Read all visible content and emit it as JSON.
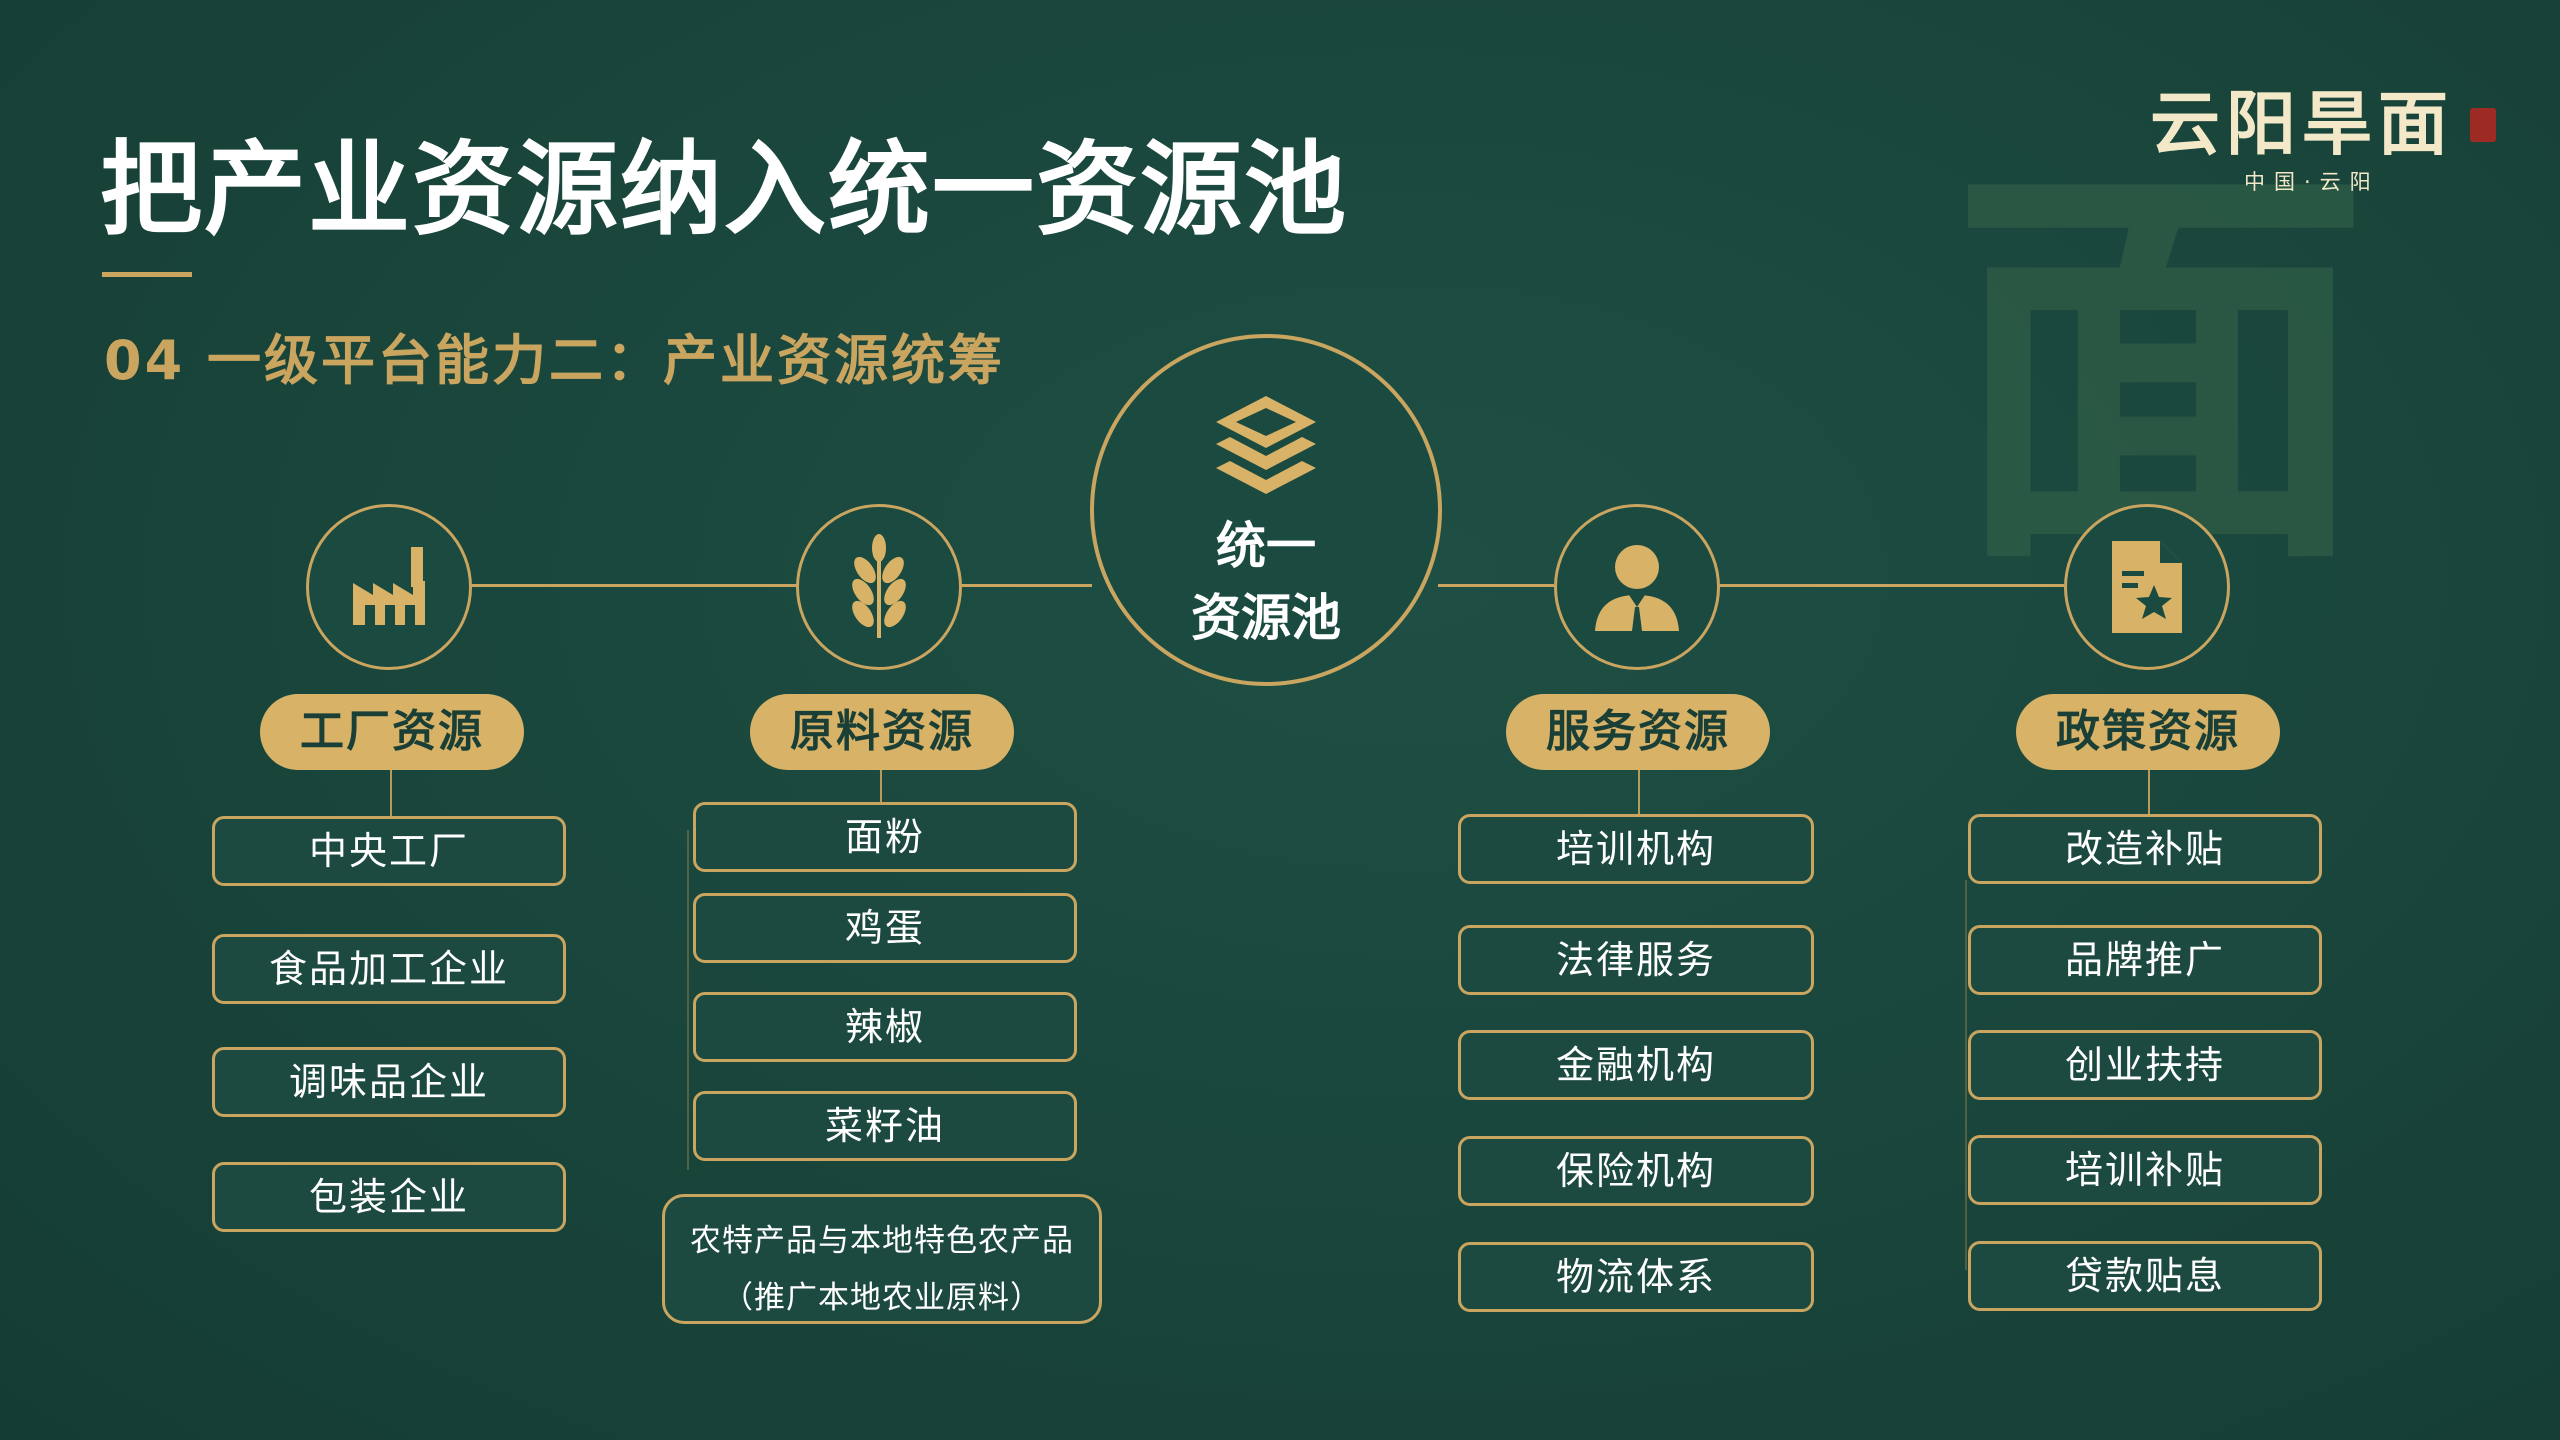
{
  "page": {
    "title": "把产业资源纳入统一资源池",
    "subtitle": "04 一级平台能力二：产业资源统筹"
  },
  "brand": {
    "name": "云阳旱面",
    "tagline": "中国·云阳",
    "watermark_glyph": "面"
  },
  "center": {
    "line1": "统一",
    "line2": "资源池",
    "icon": "layers-icon"
  },
  "categories": [
    {
      "label": "工厂资源",
      "icon": "factory-icon",
      "items": [
        "中央工厂",
        "食品加工企业",
        "调味品企业",
        "包装企业"
      ]
    },
    {
      "label": "原料资源",
      "icon": "wheat-icon",
      "items": [
        "面粉",
        "鸡蛋",
        "辣椒",
        "菜籽油"
      ],
      "extra_line1": "农特产品与本地特色农产品",
      "extra_line2": "（推广本地农业原料）"
    },
    {
      "label": "服务资源",
      "icon": "user-icon",
      "items": [
        "培训机构",
        "法律服务",
        "金融机构",
        "保险机构",
        "物流体系"
      ]
    },
    {
      "label": "政策资源",
      "icon": "policy-document-icon",
      "items": [
        "改造补贴",
        "品牌推广",
        "创业扶持",
        "培训补贴",
        "贷款贴息"
      ]
    }
  ],
  "colors": {
    "background": "#1a473d",
    "gold": "#c9a560",
    "pill": "#d8b266",
    "text": "#ffffff"
  }
}
